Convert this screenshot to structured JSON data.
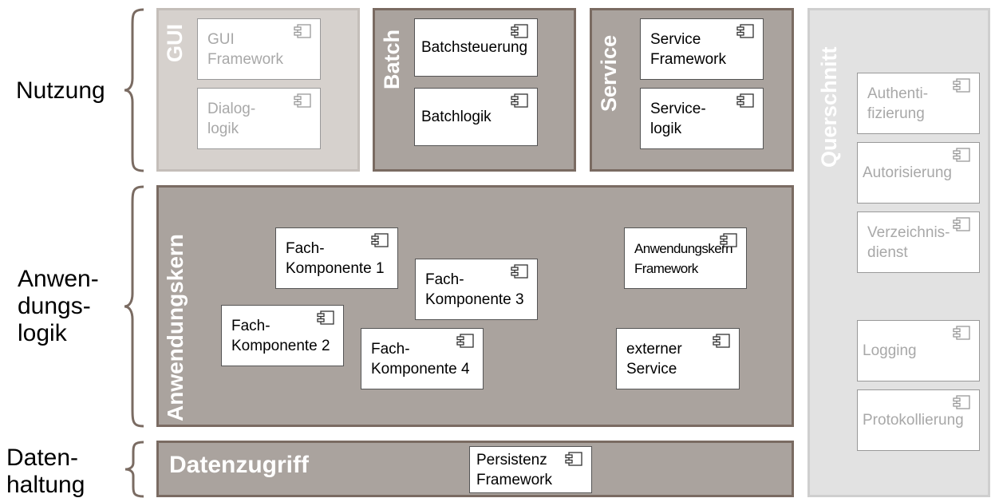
{
  "side_labels": {
    "nutzung": "Nutzung",
    "anwendungslogik": "Anwen-\ndungs-\nlogik",
    "datenhaltung": "Daten-\nhaltung"
  },
  "layers": {
    "gui": "GUI",
    "batch": "Batch",
    "service": "Service",
    "anwendungskern": "Anwendungskern",
    "datenzugriff": "Datenzugriff",
    "querschnitt": "Querschnitt"
  },
  "components": {
    "gui_framework": "GUI\nFramework",
    "dialoglogik": "Dialog-\nlogik",
    "batchsteuerung": "Batchsteuerung",
    "batchlogik": "Batchlogik",
    "service_framework": "Service\nFramework",
    "servicelogik": "Service-\nlogik",
    "fachkomponente1": "Fach-\nKomponente 1",
    "fachkomponente2": "Fach-\nKomponente 2",
    "fachkomponente3": "Fach-\nKomponente 3",
    "fachkomponente4": "Fach-\nKomponente 4",
    "anwendungskern_framework": "Anwendungskern\nFramework",
    "externer_service": "externer\nService",
    "persistenz_framework": "Persistenz\nFramework",
    "authentifizierung": "Authenti-\nfizierung",
    "autorisierung": "Autorisierung",
    "verzeichnisdienst": "Verzeichnis-\ndienst",
    "logging": "Logging",
    "protokollierung": "Protokollierung"
  },
  "colors": {
    "gui_fill": "#d6d1cd",
    "dark_fill": "#aaa39e",
    "border_dark": "#7a6b62",
    "querschnitt_fill": "#e2e2e2",
    "querschnitt_border": "#cfcfcf",
    "brace": "#7a6b62"
  },
  "icons": {
    "component": "uml-component-icon"
  }
}
